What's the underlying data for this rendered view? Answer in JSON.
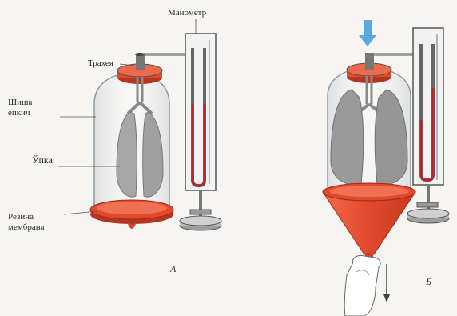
{
  "labels": {
    "manometer": "Манометр",
    "trachea": "Трахея",
    "bell_jar": "Шиша ёпкич",
    "lung": "Ўпка",
    "membrane": "Резина мембрана"
  },
  "panels": {
    "a": "А",
    "b": "Б"
  },
  "colors": {
    "rubber": "#e2492c",
    "rubber_dark": "#b73420",
    "mercury": "#b8252a",
    "pressure_arrow": "#5aa9de",
    "lung": "#9a9a9a",
    "glass": "#c9d3d6"
  },
  "icons": {
    "pressure_arrow": "down-arrow-icon",
    "pull_arrow": "down-arrow-icon",
    "hand": "hand-icon"
  }
}
